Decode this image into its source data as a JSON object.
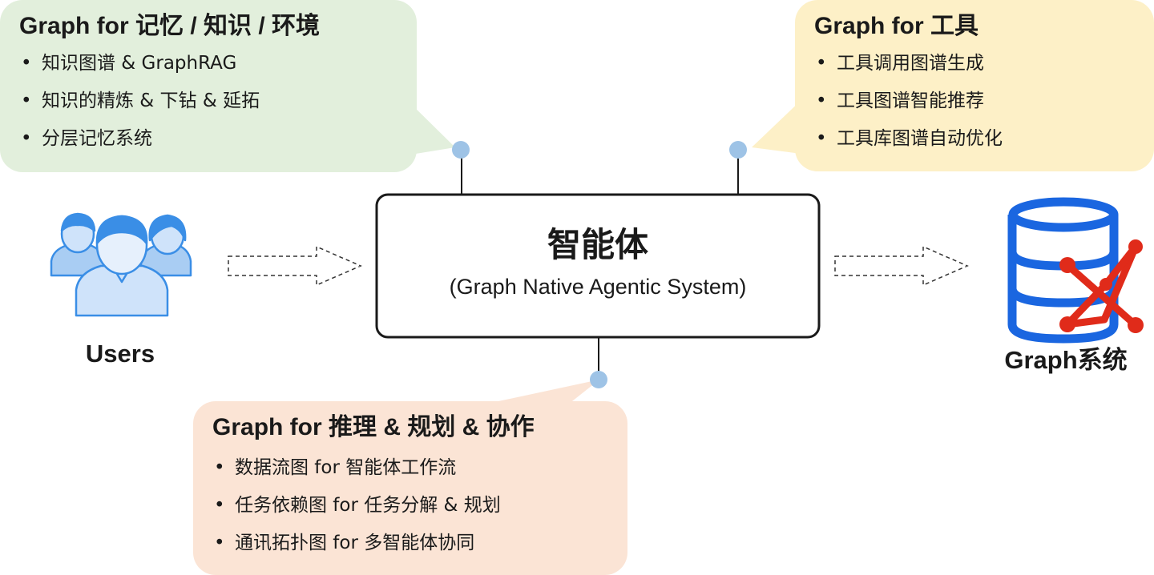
{
  "center": {
    "title": "智能体",
    "subtitle": "(Graph Native Agentic System)"
  },
  "callouts": [
    {
      "title": "Graph for 记忆 / 知识 / 环境",
      "items": [
        "知识图谱 & GraphRAG",
        "知识的精炼 & 下钻 & 延拓",
        "分层记忆系统"
      ],
      "color": "#e2efdc"
    },
    {
      "title": "Graph for 工具",
      "items": [
        "工具调用图谱生成",
        "工具图谱智能推荐",
        "工具库图谱自动优化"
      ],
      "color": "#fdf0c7"
    },
    {
      "title": "Graph for 推理 & 规划 & 协作",
      "items": [
        "数据流图 for 智能体工作流",
        "任务依赖图 for 任务分解 & 规划",
        "通讯拓扑图 for 多智能体协同"
      ],
      "color": "#fbe4d5"
    }
  ],
  "users": {
    "label": "Users",
    "icon": "users-icon",
    "color": "#3a8ee6"
  },
  "graph_system": {
    "label": "Graph系统",
    "icon": "graph-database-icon",
    "db_color": "#1a66e0",
    "graph_color": "#e02b1a"
  },
  "connector_color": "#9ec3e6"
}
